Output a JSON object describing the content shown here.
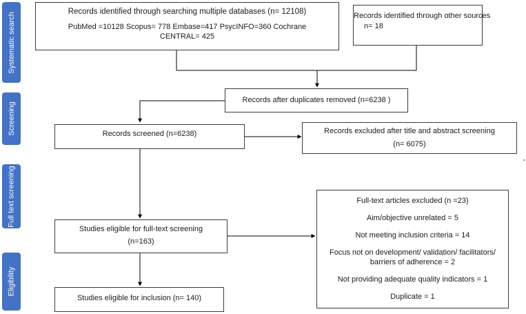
{
  "stages": {
    "search": "Systematic search",
    "screening": "Screening",
    "full_text": "Full text screening",
    "eligibility": "Eligibility"
  },
  "boxes": {
    "databases": {
      "line1": "Records identified through searching multiple databases  (n= 12108)",
      "line2": "PubMed =10128    Scopus= 778  Embase=417  PsycINFO=360  Cochrane",
      "line3": "CENTRAL= 425"
    },
    "other_sources": {
      "line1": "Records identified through other sources",
      "line2": "n= 18"
    },
    "duplicates_removed": "Records after duplicates removed (n=6238 )",
    "screened": "Records screened (n=6238)",
    "excluded_title_abstract": {
      "line1": "Records excluded after title and abstract screening",
      "line2": "(n= 6075)"
    },
    "eligible_full_text": {
      "line1": "Studies eligible for full-text screening",
      "line2": "(n=163)"
    },
    "included": "Studies eligible for inclusion (n= 140)",
    "full_text_excluded": {
      "title": "Full-text articles excluded (n =23)",
      "reasons": [
        "Aim/objective unrelated = 5",
        "Not meeting inclusion criteria = 14",
        "Focus not on development/ validation/ facilitators/",
        "barriers of adherence = 2",
        "Not providing adequate quality indicators = 1",
        "Duplicate = 1"
      ]
    }
  }
}
